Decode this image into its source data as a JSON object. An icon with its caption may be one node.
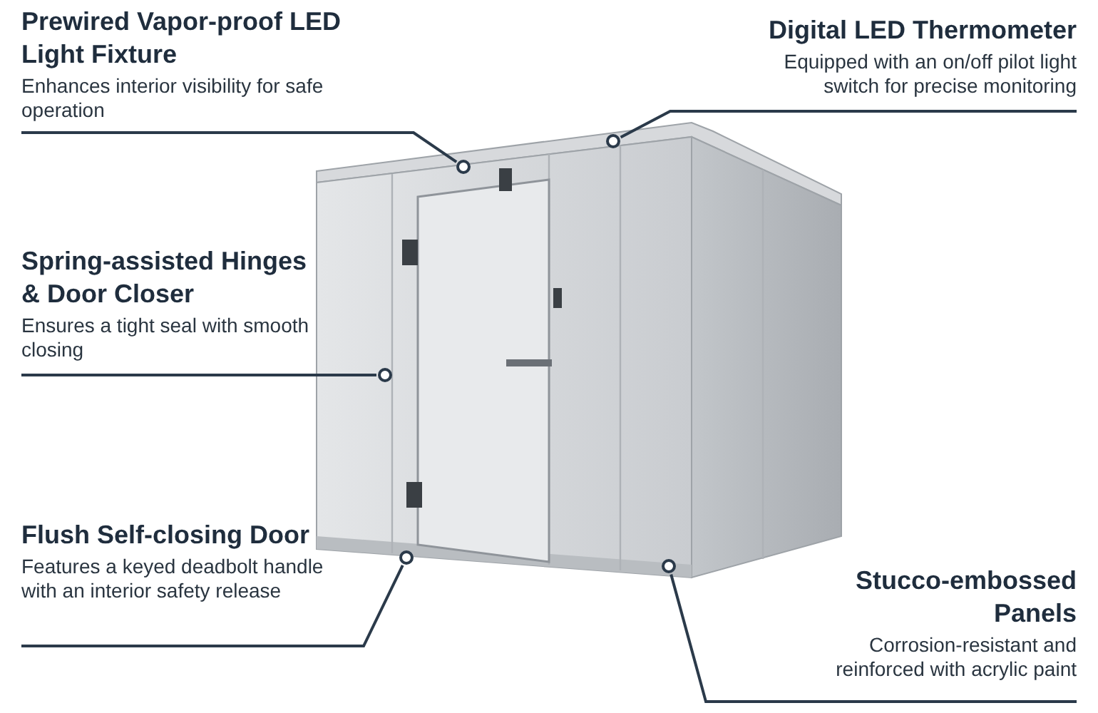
{
  "diagram": {
    "nodes": [
      {
        "text": [],
        "shape": "picture"
      },
      {
        "text": [
          "Prewired Vapor-proof LED Light Fixture",
          "Enhances interior visibility for safe operation"
        ]
      },
      {
        "text": [
          "Digital LED Thermometer",
          "Equipped with an on/off pilot light switch for precise monitoring"
        ]
      },
      {
        "text": [
          "Spring-assisted Hinges & Door Closer",
          "Ensures a tight seal with smooth closing"
        ]
      },
      {
        "text": [
          "Flush Self-closing Door",
          "Features a keyed deadbolt handle with an interior safety release"
        ]
      },
      {
        "text": [
          "Stucco-embossed Panels",
          "Corrosion-resistant and reinforced with acrylic paint"
        ]
      },
      {
        "text": [],
        "shape": "circle",
        "in": 0
      },
      {
        "text": [],
        "shape": "circle",
        "in": 0
      },
      {
        "text": [],
        "shape": "circle",
        "in": 0
      },
      {
        "text": [],
        "shape": "circle",
        "in": 0
      },
      {
        "text": [],
        "shape": "circle",
        "in": 0
      }
    ],
    "edges": [
      {
        "from": 1,
        "to": 8,
        "arrow": "none"
      },
      {
        "from": 2,
        "to": 9,
        "arrow": "none"
      },
      {
        "from": 3,
        "to": 6,
        "arrow": "none"
      },
      {
        "from": 4,
        "to": 7,
        "arrow": "none"
      },
      {
        "from": 5,
        "to": 10,
        "arrow": "none"
      }
    ]
  }
}
